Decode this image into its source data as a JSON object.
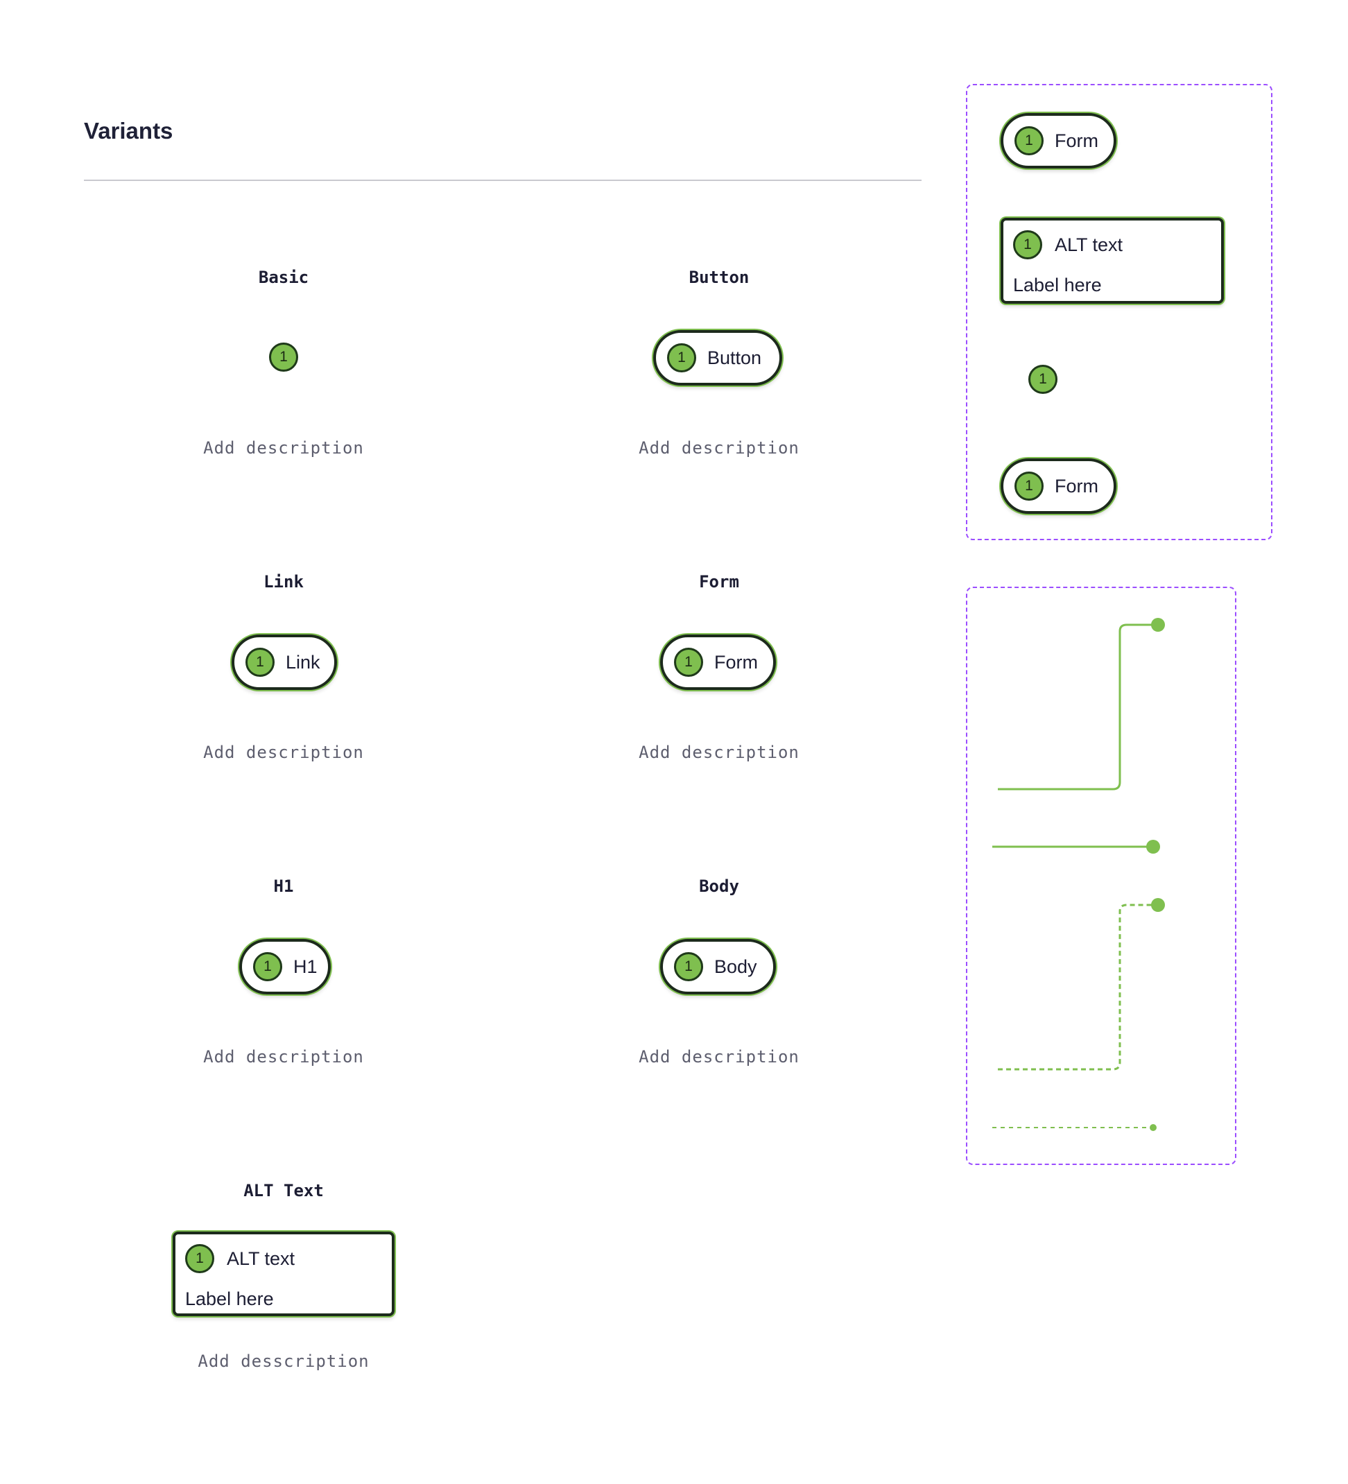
{
  "section": {
    "title": "Variants"
  },
  "badge_number": "1",
  "cards": [
    {
      "title": "Basic",
      "description": "Add description"
    },
    {
      "title": "Button",
      "label": "Button",
      "description": "Add description"
    },
    {
      "title": "Link",
      "label": "Link",
      "description": "Add description"
    },
    {
      "title": "Form",
      "label": "Form",
      "description": "Add description"
    },
    {
      "title": "H1",
      "label": "H1",
      "description": "Add description"
    },
    {
      "title": "Body",
      "label": "Body",
      "description": "Add description"
    },
    {
      "title": "ALT Text",
      "label": "ALT text",
      "sublabel": "Label here",
      "description": "Add desscription"
    }
  ],
  "side_panel": {
    "form_top": "Form",
    "alt_label": "ALT text",
    "alt_sublabel": "Label here",
    "form_bottom": "Form"
  },
  "connectors": [
    {
      "style": "solid",
      "shape": "elbow"
    },
    {
      "style": "solid",
      "shape": "straight"
    },
    {
      "style": "dashed",
      "shape": "elbow"
    },
    {
      "style": "dashed-fine",
      "shape": "straight"
    }
  ],
  "colors": {
    "accent_green": "#7fbf4f",
    "outline_dark": "#1c2a1c",
    "dash_purple": "#9b4dff",
    "card_border": "#c9c9ce"
  }
}
